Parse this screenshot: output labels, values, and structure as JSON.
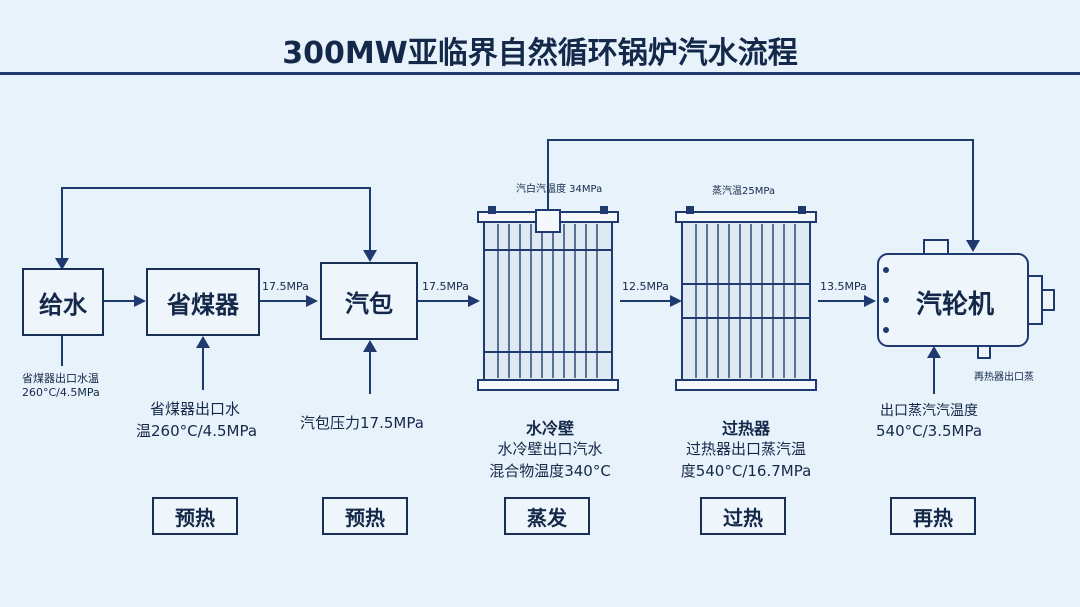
{
  "title": "300MW亚临界自然循环锅炉汽水流程",
  "nodes": {
    "feedwater": "给水",
    "economizer": "省煤器",
    "drum": "汽包",
    "turbine": "汽轮机"
  },
  "flow_labels": {
    "econ_to_drum": "17.5MPa",
    "drum_to_wall": "17.5MPa",
    "wall_to_sh": "12.5MPa",
    "sh_to_turbine": "13.5MPa"
  },
  "top_labels": {
    "wall_top": "汽白汽温度 34MPa",
    "sh_top": "蒸汽温25MPa"
  },
  "notes": {
    "feedwater_note_1": "省煤器出口水温",
    "feedwater_note_2": "260°C/4.5MPa",
    "econ_note_1": "省煤器出口水",
    "econ_note_2": "温260°C/4.5MPa",
    "drum_note": "汽包压力17.5MPa",
    "wall_name": "水冷壁",
    "wall_note_1": "水冷壁出口汽水",
    "wall_note_2": "混合物温度340°C",
    "sh_name": "过热器",
    "sh_note_1": "过热器出口蒸汽温",
    "sh_note_2": "度540°C/16.7MPa",
    "turbine_side": "再热器出口蒸",
    "turbine_note_1": "出口蒸汽汽温度",
    "turbine_note_2": "540°C/3.5MPa"
  },
  "stages": [
    "预热",
    "预热",
    "蒸发",
    "过热",
    "再热"
  ]
}
